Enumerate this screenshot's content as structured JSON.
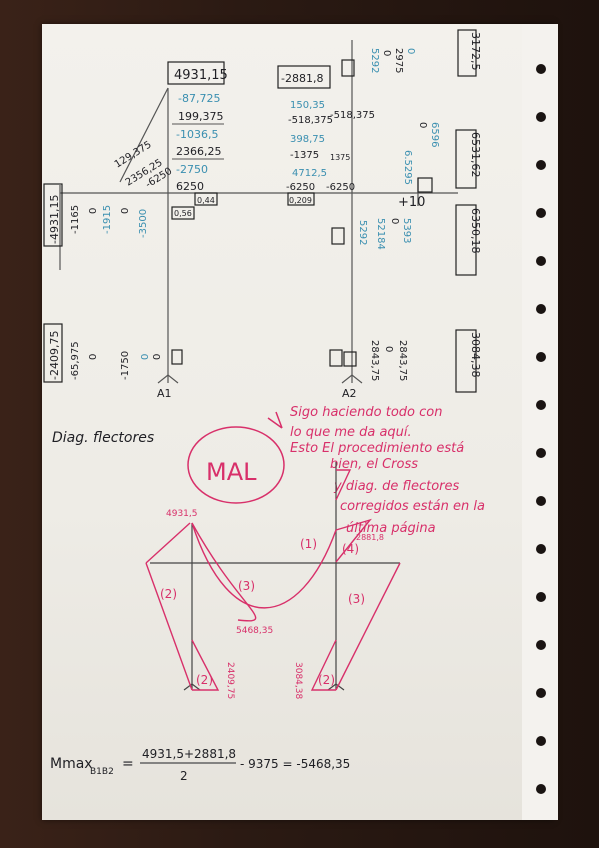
{
  "document": {
    "kind": "handwritten structural analysis notebook page",
    "heading": "Diag. flectores",
    "feedback_stamp": "MAL",
    "feedback_note": [
      "Sigo haciendo todo con",
      "lo que me da aquí.",
      "Esto  El procedimiento está",
      "bien, el Cross",
      "y diag. de flectores",
      "corregidos están en la",
      "última página"
    ],
    "final_moments": {
      "top_left": "4931,15",
      "top_mid": "-2881,8",
      "top_right": "3172,5",
      "right_upper": "6531,62",
      "right_lower": "6350,18",
      "left_col": "-4931,15",
      "bottom_left": "-2409,75",
      "bottom_right": "3084,38"
    },
    "cross_column_left": [
      "-87,725",
      "199,375",
      "-1036,5",
      "2366,25",
      "-2750",
      "6250"
    ],
    "cross_column_mid": [
      "150,35",
      "-518,375",
      "398,75",
      "-1375",
      "4712,5",
      "-6250"
    ],
    "diagonal_values": [
      "129,375",
      "2356,25",
      "-6250"
    ],
    "small_values": [
      "0,44",
      "0,56",
      "0,209",
      "-518,375",
      "1375",
      "-6250"
    ],
    "lower_left_values": [
      "-65,975",
      "0",
      "-1750",
      "0",
      "0"
    ],
    "right_col_values": [
      "2843,75",
      "0",
      "2843,75"
    ],
    "supports": [
      "A1",
      "A2"
    ],
    "diagram_labels": [
      "4931,5",
      "5468,35",
      "2881,8",
      "2409,75",
      "3084,38"
    ],
    "formula": {
      "lhs": "Mmax",
      "lhs_sub": "B1B2",
      "numerator": "4931,5+2881,8",
      "denominator": "2",
      "rest": "- 9375 = -5468,35"
    }
  },
  "colors": {
    "ink": "#1f1f24",
    "blue_ink": "#3a8fb0",
    "red_ink": "#d8306a",
    "paper": "#f1efea"
  }
}
